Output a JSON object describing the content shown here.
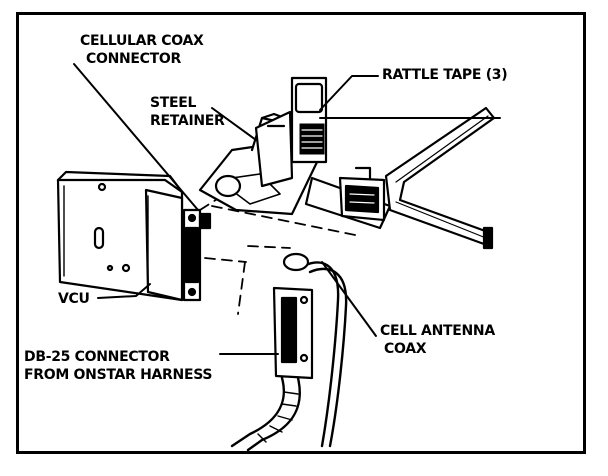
{
  "labels": {
    "cellular_coax_line1": "CELLULAR COAX",
    "cellular_coax_line2": "CONNECTOR",
    "steel_line1": "STEEL",
    "steel_line2": "RETAINER",
    "rattle_tape": "RATTLE TAPE (3)",
    "vcu": "VCU",
    "cell_antenna_line1": "CELL ANTENNA",
    "cell_antenna_line2": "COAX",
    "db25_line1": "DB-25 CONNECTOR",
    "db25_line2": "FROM ONSTAR HARNESS"
  },
  "colors": {
    "ink": "#000000",
    "paper": "#ffffff"
  }
}
